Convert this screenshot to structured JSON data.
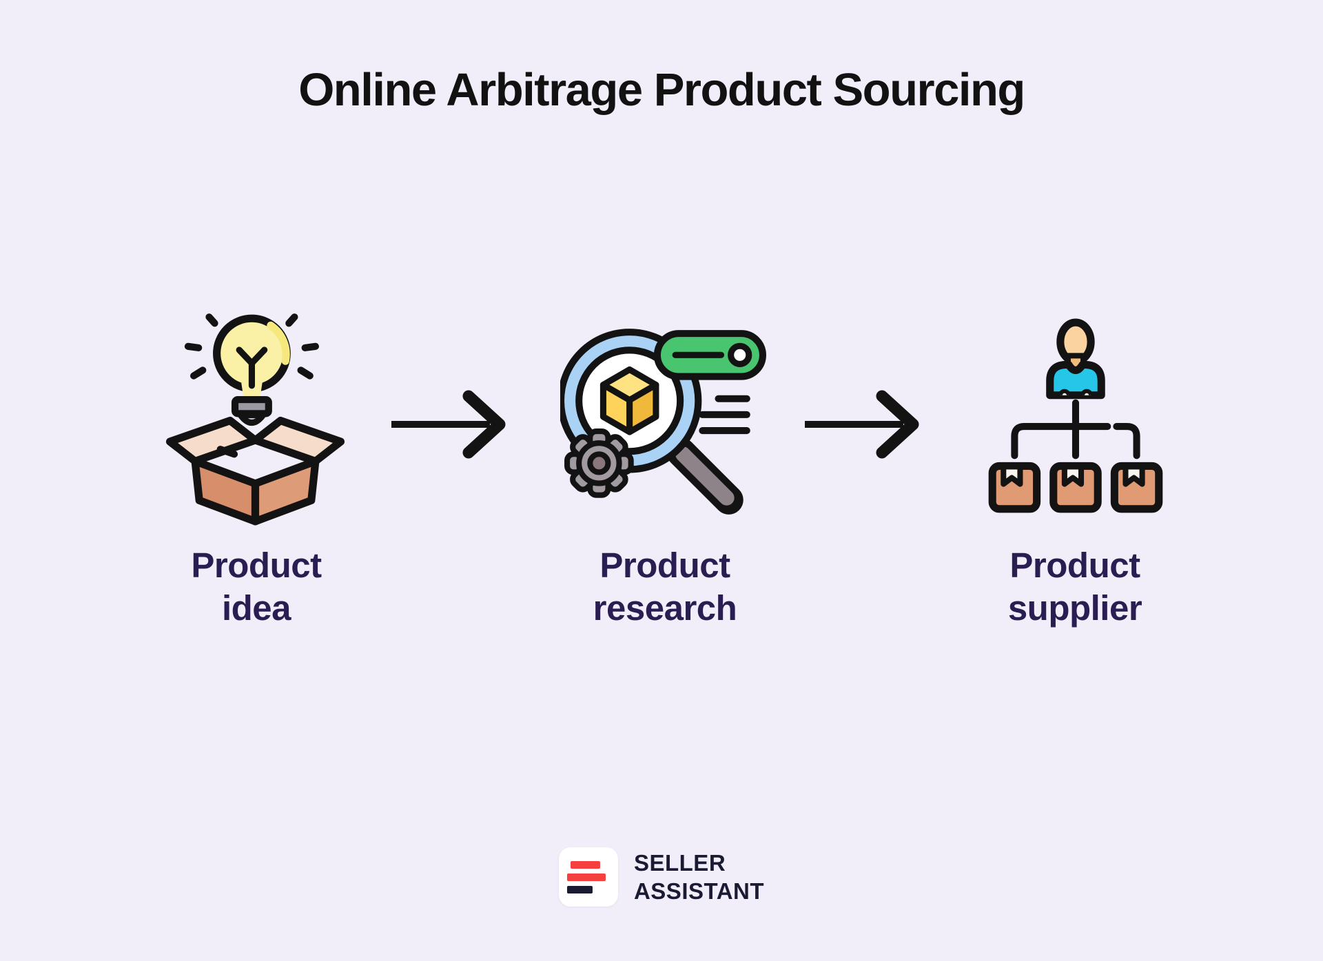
{
  "title": "Online Arbitrage Product Sourcing",
  "steps": [
    {
      "id": "product-idea",
      "label_line1": "Product",
      "label_line2": "idea"
    },
    {
      "id": "product-research",
      "label_line1": "Product",
      "label_line2": "research"
    },
    {
      "id": "product-supplier",
      "label_line1": "Product",
      "label_line2": "supplier"
    }
  ],
  "arrows": {
    "count": 2,
    "direction": "right"
  },
  "branding": {
    "name_line1": "SELLER",
    "name_line2": "ASSISTANT"
  },
  "colors": {
    "background": "#F1EEF9",
    "title_text": "#121212",
    "label_text": "#2A1D52",
    "arrow_black": "#131313",
    "brand_red": "#F4403F",
    "brand_dark": "#1A1A33",
    "carton_brown": "#D68E6B",
    "carton_flap": "#F6DCCB",
    "bulb_yellow": "#FAF0A6",
    "lens_blue": "#A9D2F4",
    "pill_green": "#4AC56F",
    "cube_yellow": "#FDD35B",
    "gear_gray": "#A29AA1",
    "skin_tone": "#FBD3A0",
    "shirt_cyan": "#26C6E8",
    "supplier_box": "#E09A74"
  }
}
